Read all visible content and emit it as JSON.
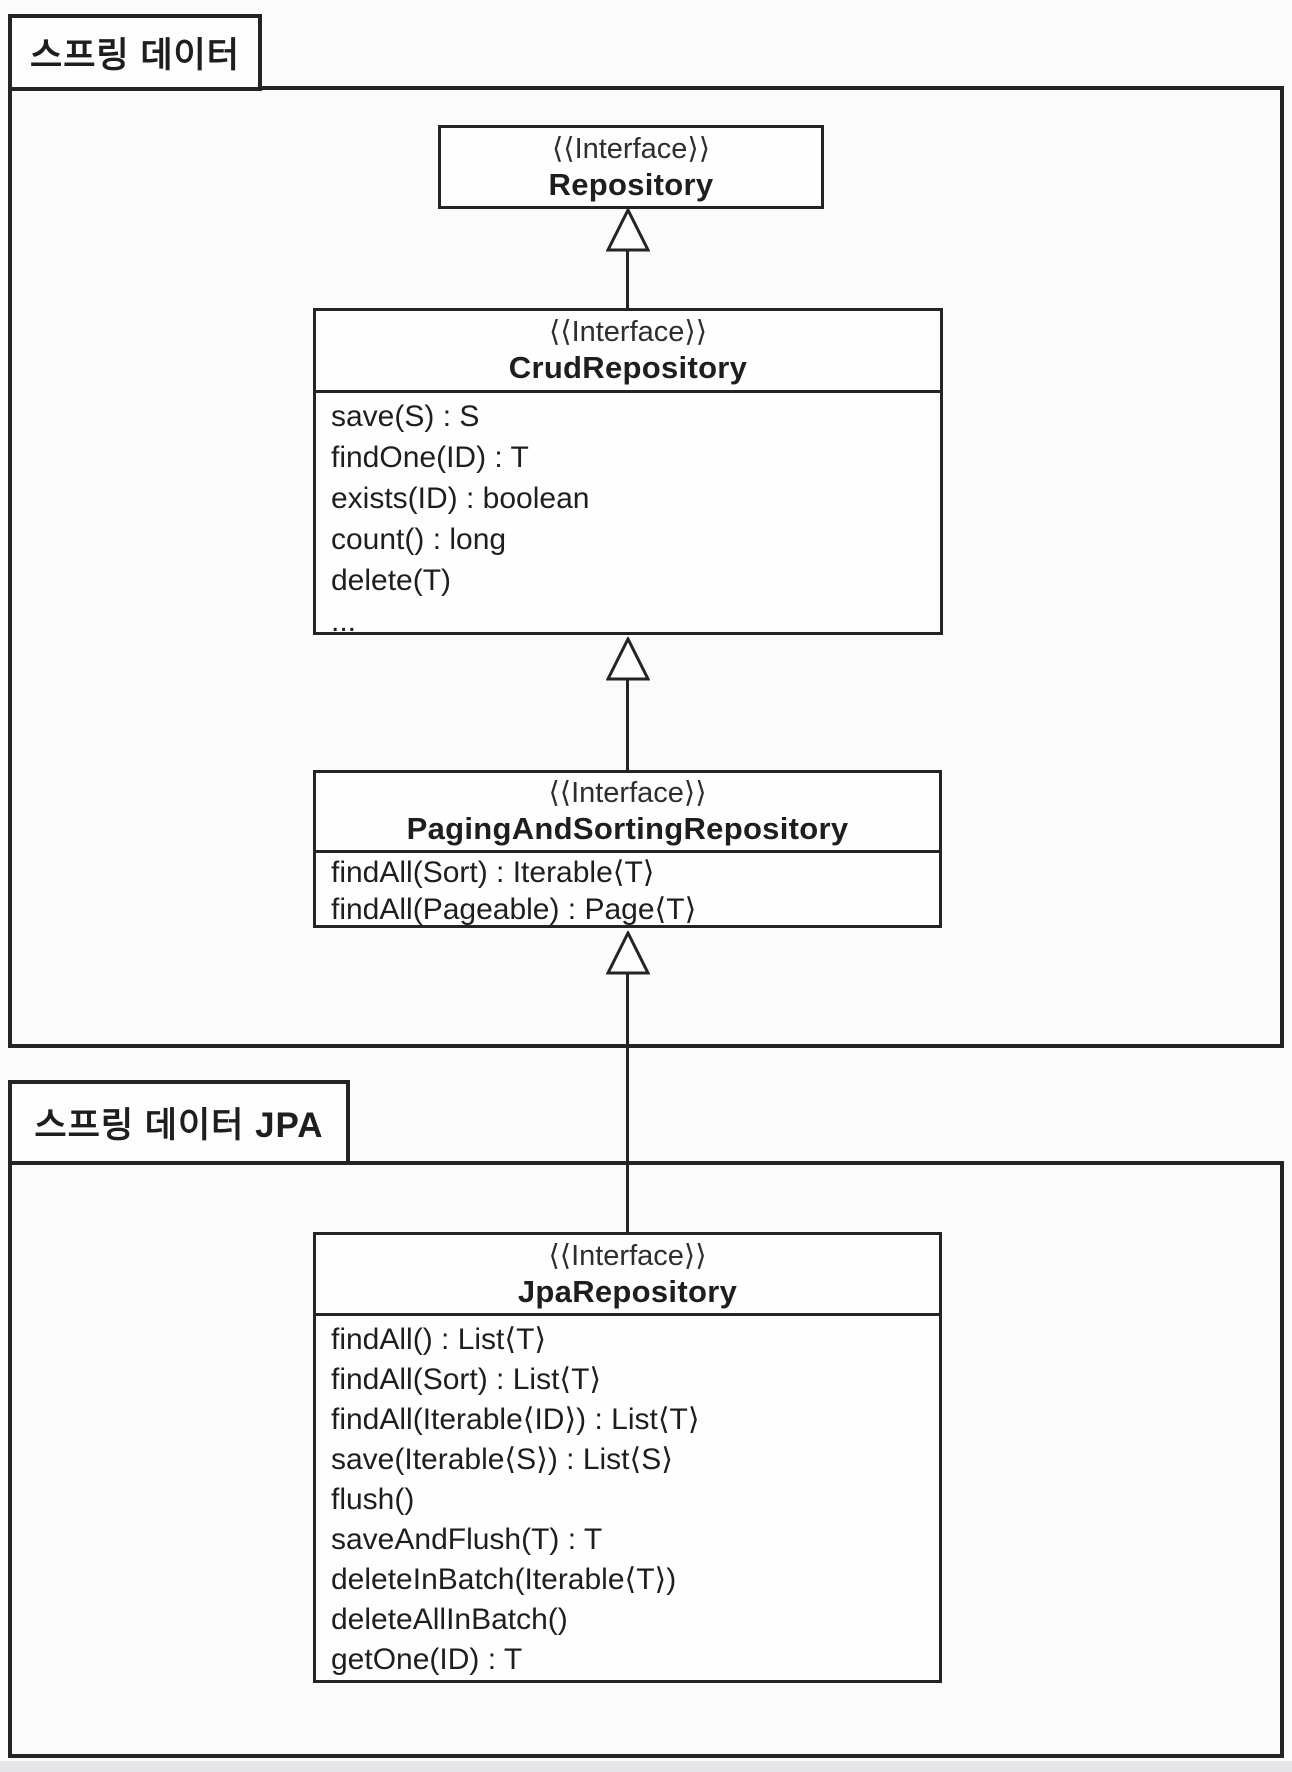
{
  "diagram": {
    "packages": {
      "spring_data": {
        "label": "스프링 데이터"
      },
      "spring_data_jpa": {
        "label": "스프링 데이터 JPA"
      }
    },
    "classes": {
      "repository": {
        "stereotype": "⟨⟨Interface⟩⟩",
        "name": "Repository",
        "methods": []
      },
      "crud_repository": {
        "stereotype": "⟨⟨Interface⟩⟩",
        "name": "CrudRepository",
        "methods": [
          "save(S) : S",
          "findOne(ID) : T",
          "exists(ID) : boolean",
          "count() : long",
          "delete(T)",
          "..."
        ]
      },
      "paging_and_sorting_repository": {
        "stereotype": "⟨⟨Interface⟩⟩",
        "name": "PagingAndSortingRepository",
        "methods": [
          "findAll(Sort) : Iterable⟨T⟩",
          "findAll(Pageable) : Page⟨T⟩"
        ]
      },
      "jpa_repository": {
        "stereotype": "⟨⟨Interface⟩⟩",
        "name": "JpaRepository",
        "methods": [
          "findAll() : List⟨T⟩",
          "findAll(Sort) : List⟨T⟩",
          "findAll(Iterable⟨ID⟩) : List⟨T⟩",
          "save(Iterable⟨S⟩) : List⟨S⟩",
          "flush()",
          "saveAndFlush(T) : T",
          "deleteInBatch(Iterable⟨T⟩)",
          "deleteAllInBatch()",
          "getOne(ID) : T"
        ]
      }
    },
    "relations": [
      {
        "type": "generalization",
        "from": "CrudRepository",
        "to": "Repository"
      },
      {
        "type": "generalization",
        "from": "PagingAndSortingRepository",
        "to": "CrudRepository"
      },
      {
        "type": "generalization",
        "from": "JpaRepository",
        "to": "PagingAndSortingRepository"
      }
    ],
    "colors": {
      "line": "#242424",
      "text": "#1e1e1e",
      "background": "#fbfbfb",
      "box_fill": "#fefefe",
      "footer_strip": "#e6e6e8"
    }
  }
}
